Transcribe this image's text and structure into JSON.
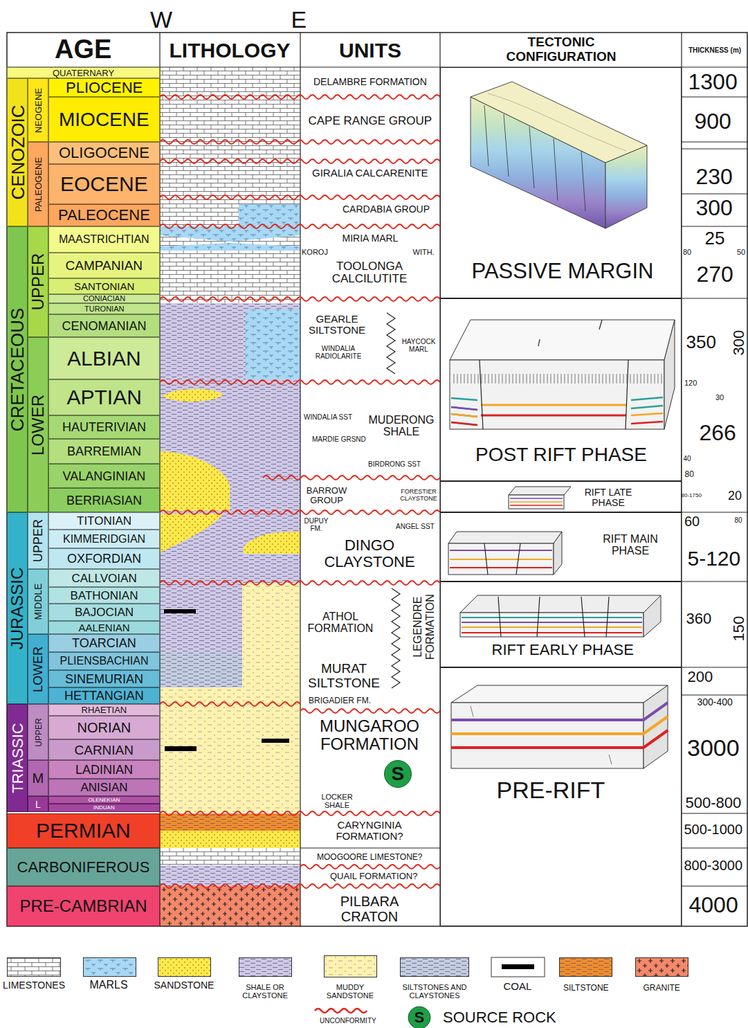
{
  "diagram": {
    "nodes": [
      {
        "text": [
          "QUATERNARY"
        ]
      },
      {
        "text": [
          "CENOZOIC"
        ]
      },
      {
        "text": [
          "NEOGENE"
        ]
      },
      {
        "text": [
          "PLIOCENE"
        ]
      },
      {
        "text": [
          "MIOCENE"
        ]
      },
      {
        "text": [
          "PALEOGENE"
        ]
      },
      {
        "text": [
          "OLIGOCENE"
        ]
      },
      {
        "text": [
          "EOCENE"
        ]
      },
      {
        "text": [
          "PALEOCENE"
        ]
      },
      {
        "text": [
          "CRETACEOUS"
        ]
      },
      {
        "text": [
          "UPPER"
        ]
      },
      {
        "text": [
          "MAASTRICHTIAN"
        ]
      },
      {
        "text": [
          "CAMPANIAN"
        ]
      },
      {
        "text": [
          "SANTONIAN"
        ]
      },
      {
        "text": [
          "CONIACIAN"
        ]
      },
      {
        "text": [
          "TURONIAN"
        ]
      },
      {
        "text": [
          "CENOMANIAN"
        ]
      },
      {
        "text": [
          "LOWER"
        ]
      },
      {
        "text": [
          "ALBIAN"
        ]
      },
      {
        "text": [
          "APTIAN"
        ]
      },
      {
        "text": [
          "HAUTERIVIAN"
        ]
      },
      {
        "text": [
          "BARREMIAN"
        ]
      },
      {
        "text": [
          "VALANGINIAN"
        ]
      },
      {
        "text": [
          "BERRIASIAN"
        ]
      },
      {
        "text": [
          "JURASSIC"
        ]
      },
      {
        "text": [
          "UPPER"
        ]
      },
      {
        "text": [
          "TITONIAN"
        ]
      },
      {
        "text": [
          "KIMMERIDGIAN"
        ]
      },
      {
        "text": [
          "OXFORDIAN"
        ]
      },
      {
        "text": [
          "MIDDLE"
        ]
      },
      {
        "text": [
          "CALLVOIAN"
        ]
      },
      {
        "text": [
          "BATHONIAN"
        ]
      },
      {
        "text": [
          "BAJOCIAN"
        ]
      },
      {
        "text": [
          "AALENIAN"
        ]
      },
      {
        "text": [
          "LOWER"
        ]
      },
      {
        "text": [
          "TOARCIAN"
        ]
      },
      {
        "text": [
          "PLIENSBACHIAN"
        ]
      },
      {
        "text": [
          "SINEMURIAN"
        ]
      },
      {
        "text": [
          "HETTANGIAN"
        ]
      },
      {
        "text": [
          "TRIASSIC"
        ]
      },
      {
        "text": [
          "UPPER"
        ]
      },
      {
        "text": [
          "RHAETIAN"
        ]
      },
      {
        "text": [
          "NORIAN"
        ]
      },
      {
        "text": [
          "CARNIAN"
        ]
      },
      {
        "text": [
          "M"
        ]
      },
      {
        "text": [
          "LADINIAN"
        ]
      },
      {
        "text": [
          "ANISIAN"
        ]
      },
      {
        "text": [
          "L"
        ]
      },
      {
        "text": [
          "OLENEKIAN"
        ]
      },
      {
        "text": [
          "INDUAN"
        ]
      },
      {
        "text": [
          "PERMIAN"
        ]
      },
      {
        "text": [
          "CARBONIFEROUS"
        ]
      },
      {
        "text": [
          "PRE-CAMBRIAN"
        ]
      },
      {
        "text": [
          "S"
        ]
      },
      {
        "text": [
          "PASSIVE MARGIN"
        ]
      },
      {
        "text": [
          "POST RIFT PHASE"
        ]
      },
      {
        "text": [
          "RIFT LATE PHASE"
        ]
      },
      {
        "text": [
          "RIFT MAIN PHASE"
        ]
      },
      {
        "text": [
          "RIFT EARLY PHASE"
        ]
      },
      {
        "text": [
          "PRE-RIFT"
        ]
      }
    ],
    "labels": [
      "W",
      "E",
      "AGE",
      "LITHOLOGY",
      "UNITS",
      "TECTONIC CONFIGURATION",
      "THICKNESS (m)",
      "DELAMBRE FORMATION",
      "CAPE RANGE GROUP",
      "GIRALIA CALCARENITE",
      "CARDABIA GROUP",
      "MIRIA MARL",
      "KOROJ",
      "WITH.",
      "TOOLONGA CALCILUTITE",
      "GEARLE SILTSTONE",
      "WINDALIA RADIOLARITE",
      "HAYCOCK MARL",
      "WINDALIA SST",
      "MUDERONG SHALE",
      "MARDIE GRSND",
      "BIRDRONG SST",
      "BARROW GROUP",
      "FORESTIER CLAYSTONE",
      "DUPUY FM.",
      "ANGEL SST",
      "DINGO CLAYSTONE",
      "ATHOL FORMATION",
      "LEGENDRE FORMATION",
      "MURAT SILTSTONE",
      "BRIGADIER FM.",
      "MUNGAROO FORMATION",
      "LOCKER SHALE",
      "CARYNGINIA FORMATION?",
      "MOOGOORE LIMESTONE?",
      "QUAIL FORMATION?",
      "PILBARA CRATON",
      "1300",
      "900",
      "230",
      "300",
      "25",
      "80",
      "50",
      "270",
      "350",
      "300",
      "120",
      "30",
      "266",
      "40",
      "80",
      "80-1750",
      "20",
      "60",
      "80",
      "5-120",
      "360",
      "150",
      "200",
      "300-400",
      "3000",
      "500-800",
      "500-1000",
      "800-3000",
      "4000",
      "S"
    ],
    "legend": [
      {
        "text": "LIMESTONES",
        "color": "#ffffff"
      },
      {
        "text": "MARLS",
        "color": "#a9d8f5"
      },
      {
        "text": "SANDSTONE",
        "color": "#ffe94d"
      },
      {
        "text": "SHALE OR CLAYSTONE",
        "color": "#cfc8e6"
      },
      {
        "text": "MUDDY SANDSTONE",
        "color": "#fff2b0"
      },
      {
        "text": "SILTSTONES AND CLAYSTONES",
        "color": "#c3cde0"
      },
      {
        "text": "COAL"
      },
      {
        "text": "SILTSTONE",
        "color": "#f28c28"
      },
      {
        "text": "GRANITE",
        "color": "#f4886a"
      },
      {
        "text": "UNCONFORMITY"
      },
      {
        "text": "SOURCE ROCK"
      }
    ]
  }
}
